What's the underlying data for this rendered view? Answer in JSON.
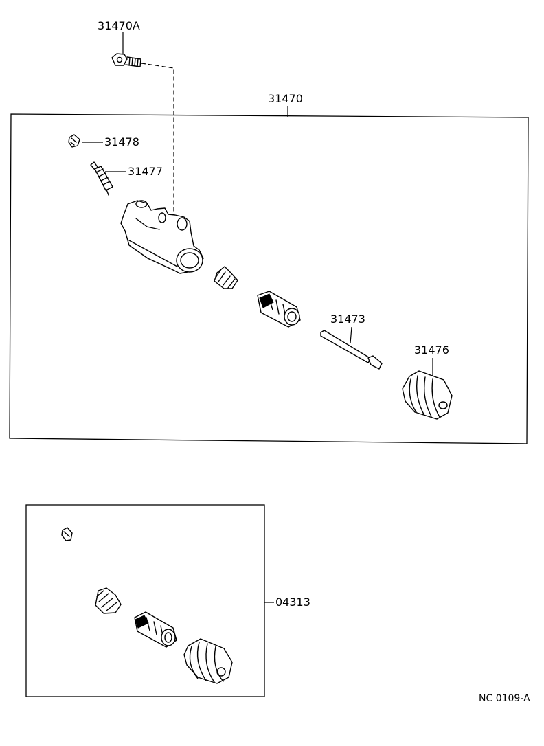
{
  "callouts": {
    "bolt": "31470A",
    "assembly": "31470",
    "bleeder_cap": "31478",
    "bleeder_plug": "31477",
    "push_rod": "31473",
    "boot": "31476",
    "repair_kit": "04313"
  },
  "drawing_code": "NC 0109-A"
}
